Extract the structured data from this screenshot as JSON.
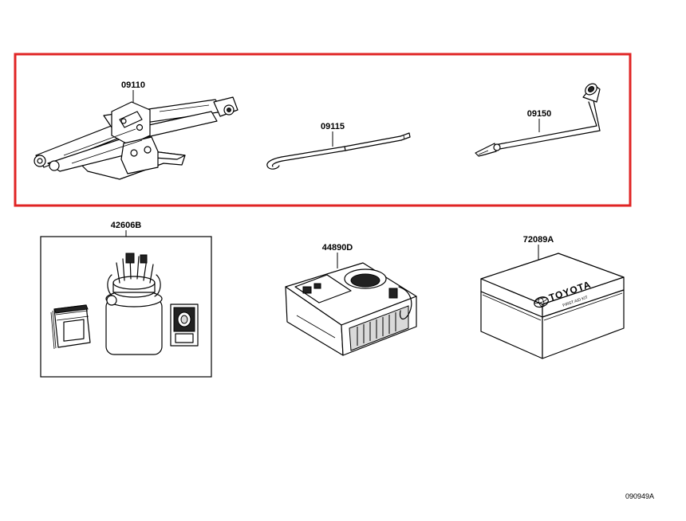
{
  "highlight": {
    "color": "#e02424"
  },
  "parts": [
    {
      "id": "jack",
      "number": "09110",
      "icon": "scissor-jack-icon"
    },
    {
      "id": "jack-rod",
      "number": "09115",
      "icon": "jack-handle-rod-icon"
    },
    {
      "id": "wrench",
      "number": "09150",
      "icon": "lug-wrench-icon"
    },
    {
      "id": "repair-kit",
      "number": "42606B",
      "icon": "tire-repair-kit-icon"
    },
    {
      "id": "compressor",
      "number": "44890D",
      "icon": "air-compressor-icon"
    },
    {
      "id": "first-aid",
      "number": "72089A",
      "icon": "first-aid-kit-icon"
    }
  ],
  "first_aid_brand": "TOYOTA",
  "first_aid_caption": "FIRST AID KIT",
  "diagram_ref": "090949A"
}
